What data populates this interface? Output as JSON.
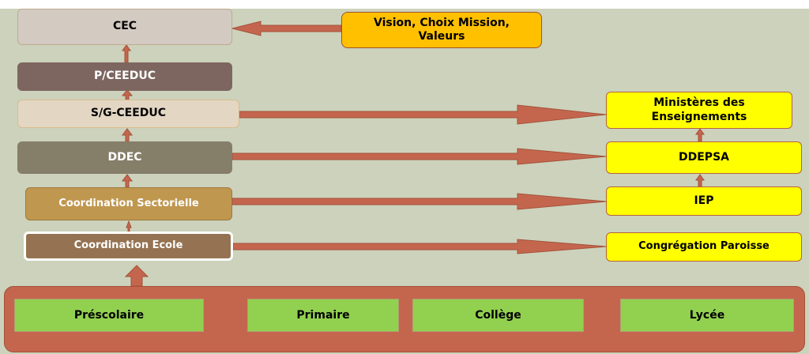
{
  "left_chain": {
    "cec": "CEC",
    "p_ceeduc": "P/CEEDUC",
    "sg_ceeduc": "S/G-CEEDUC",
    "ddec": "DDEC",
    "coordination_sectorielle": "Coordination Sectorielle",
    "coordination_ecole": "Coordination Ecole"
  },
  "vision": "Vision, Choix Mission, Valeurs",
  "right_chain": {
    "ministeres": "Ministères des Enseignements",
    "ddepsa": "DDEPSA",
    "iep": "IEP",
    "congregation": "Congrégation Paroisse"
  },
  "levels": [
    "Préscolaire",
    "Primaire",
    "Collège",
    "Lycée"
  ],
  "colors": {
    "background": "#ccd2bb",
    "arrow": "#c4664e",
    "yellow": "#ffff00",
    "orange": "#ffc000",
    "green": "#92d050"
  }
}
